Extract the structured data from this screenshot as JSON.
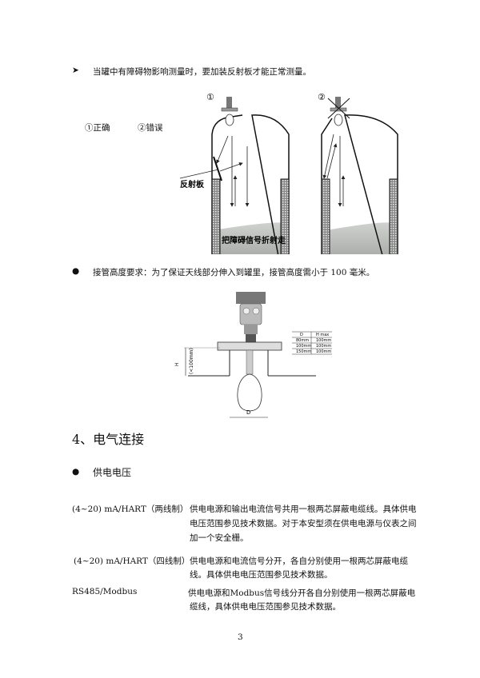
{
  "section1": {
    "bullet_icon": "arrow-bullet",
    "text": "当罐中有障碍物影响测量时，要加装反射板才能正常测量。",
    "legend_correct": "①正确",
    "legend_wrong": "②错误",
    "tank1_marker": "①",
    "tank2_marker": "②",
    "reflector_label": "反射板",
    "caption": "把障碍信号折射走"
  },
  "section2": {
    "bullet_icon": "dot-bullet",
    "text": "接管高度要求：为了保证天线部分伸入到罐里，接管高度需小于 100 毫米。",
    "dim_h": "H",
    "dim_h_note": "(<100mm)",
    "dim_d": "D",
    "table": {
      "headers": [
        "D",
        "H max"
      ],
      "rows": [
        [
          "80mm",
          "100mm"
        ],
        [
          "100mm",
          "100mm"
        ],
        [
          "150mm",
          "100mm"
        ]
      ]
    }
  },
  "heading": "4、电气连接",
  "subsection": {
    "bullet_icon": "dot-bullet",
    "title": "供电电压"
  },
  "power_rows": [
    {
      "label": "(4~20) mA/HART（两线制）",
      "lines": [
        "供电电源和输出电流信号共用一根两芯屏蔽电缆线。具体供电",
        "电压范围参见技术数据。对于本安型须在供电电源与仪表之间",
        "加一个安全栅。"
      ]
    },
    {
      "label": "(4~20) mA/HART（四线制）",
      "lines": [
        "供电电源和电流信号分开，各自分别使用一根两芯屏蔽电缆",
        "线。具体供电电压范围参见技术数据。"
      ]
    },
    {
      "label": "RS485/Modbus",
      "lines": [
        "供电电源和Modbus信号线分开各自分别使用一根两芯屏蔽电",
        "缆线，具体供电电压范围参见技术数据。"
      ]
    }
  ],
  "page_number": "3"
}
